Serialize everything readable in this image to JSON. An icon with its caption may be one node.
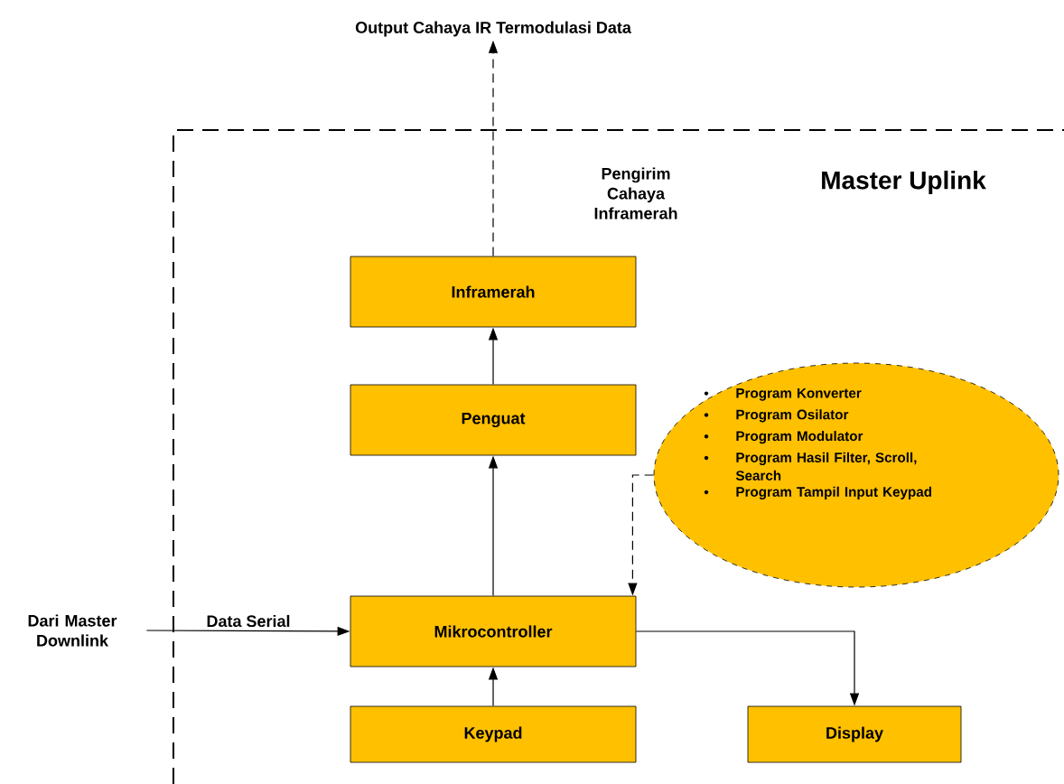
{
  "diagram": {
    "nodes": [
      {
        "text": [
          "Master Uplink"
        ]
      },
      {
        "text": [
          "Output Cahaya IR Termodulasi Data"
        ]
      },
      {
        "text": [
          "Inframerah"
        ],
        "in": 0
      },
      {
        "text": [
          "Penguat"
        ],
        "in": 0
      },
      {
        "text": [
          "Program Konverter",
          "Program Osilator",
          "Program Modulator",
          "Program Hasil Filter, Scroll, Search",
          "Program Tampil Input Keypad"
        ],
        "in": 0
      },
      {
        "text": [
          "Dari Master Downlink"
        ]
      },
      {
        "text": [
          "Mikrocontroller"
        ],
        "in": 0
      },
      {
        "text": [
          "Keypad"
        ],
        "in": 0
      },
      {
        "text": [
          "Display"
        ],
        "in": 0
      }
    ],
    "edges": [
      {
        "from": 2,
        "to": 1,
        "arrow": "to",
        "style": "dashed"
      },
      {
        "from": 3,
        "to": 2,
        "arrow": "to"
      },
      {
        "from": 6,
        "to": 3,
        "arrow": "to"
      },
      {
        "from": 4,
        "to": 6,
        "arrow": "to",
        "style": "dashed"
      },
      {
        "from": 5,
        "to": 6,
        "arrow": "to",
        "label": "Data Serial"
      },
      {
        "from": 7,
        "to": 6,
        "arrow": "to"
      },
      {
        "from": 6,
        "to": 8,
        "arrow": "to"
      }
    ],
    "labels": [
      "Pengirim Cahaya Inframerah"
    ]
  }
}
